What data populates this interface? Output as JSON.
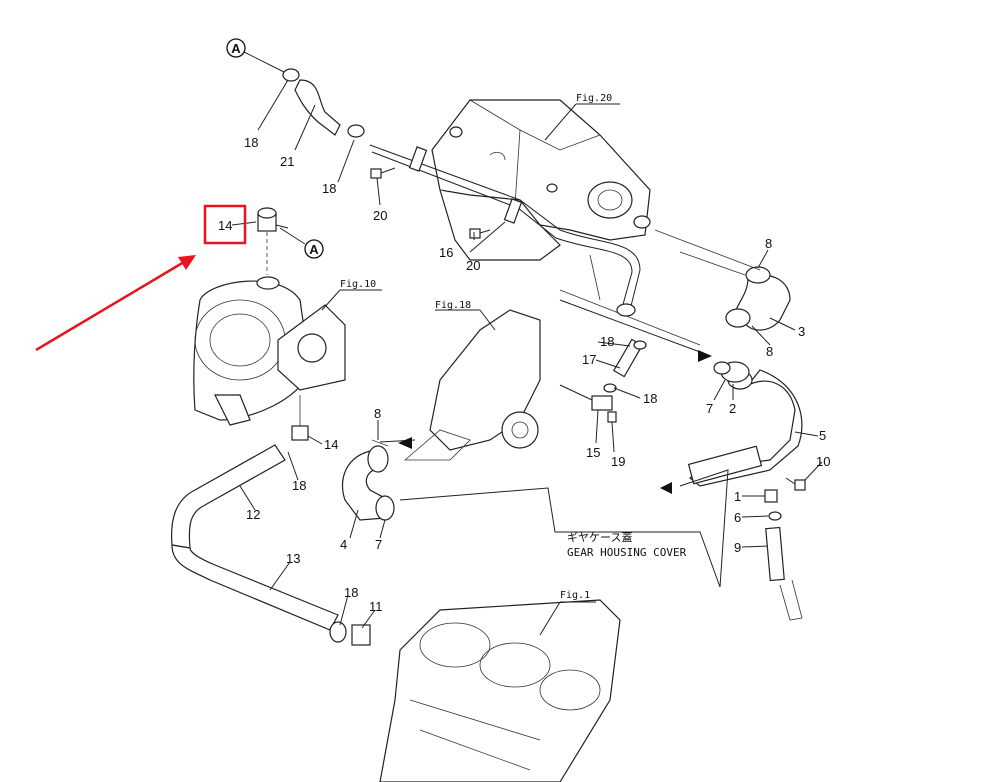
{
  "figure_refs": {
    "fig20": "Fig.20",
    "fig10": "Fig.10",
    "fig18": "Fig.18",
    "fig1": "Fig.1"
  },
  "note": {
    "japanese": "ギヤケース蓋",
    "english": "GEAR HOUSING COVER"
  },
  "callouts": {
    "c18_top": "18",
    "c21": "21",
    "c18_mid": "18",
    "c20_a": "20",
    "c14_boxed": "14",
    "c16": "16",
    "c20_b": "20",
    "c8_top": "8",
    "c3": "3",
    "c8_b": "8",
    "c18_c": "18",
    "c17": "17",
    "c18_d": "18",
    "c7_a": "7",
    "c2": "2",
    "c15": "15",
    "c19": "19",
    "c5": "5",
    "c10": "10",
    "c1": "1",
    "c6": "6",
    "c9": "9",
    "c8_left": "8",
    "c4": "4",
    "c7_b": "7",
    "c14": "14",
    "c18_e": "18",
    "c12": "12",
    "c13": "13",
    "c18_f": "18",
    "c11": "11"
  },
  "markers": {
    "a_top": "A",
    "a_mid": "A"
  },
  "highlight": {
    "box_color": "#e8141b",
    "arrow_color": "#e8141b"
  }
}
